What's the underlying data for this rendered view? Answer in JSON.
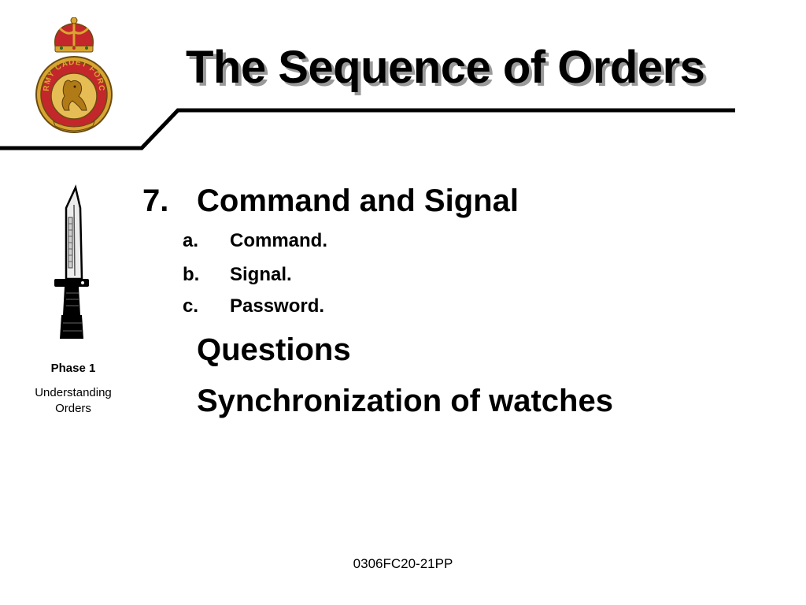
{
  "slide": {
    "title": "The Sequence of Orders",
    "logo": {
      "icon": "army-cadet-force-crest-icon",
      "motto": "ARMY CADET FORCE"
    }
  },
  "sidebar": {
    "icon": "bayonet-icon",
    "phase": "Phase 1",
    "subject": "Understanding Orders"
  },
  "content": {
    "item_number": "7.",
    "item_title": "Command and Signal",
    "sub_items": [
      {
        "label": "a.",
        "text": "Command."
      },
      {
        "label": "b.",
        "text": "Signal."
      },
      {
        "label": "c.",
        "text": "Password."
      }
    ],
    "extra_lines": [
      "Questions",
      "Synchronization of watches"
    ]
  },
  "footer": {
    "code": "0306FC20-21PP"
  },
  "colors": {
    "title_shadow": "#9a9a9a",
    "crest_red": "#c3272b",
    "crest_gold": "#d9a531"
  }
}
